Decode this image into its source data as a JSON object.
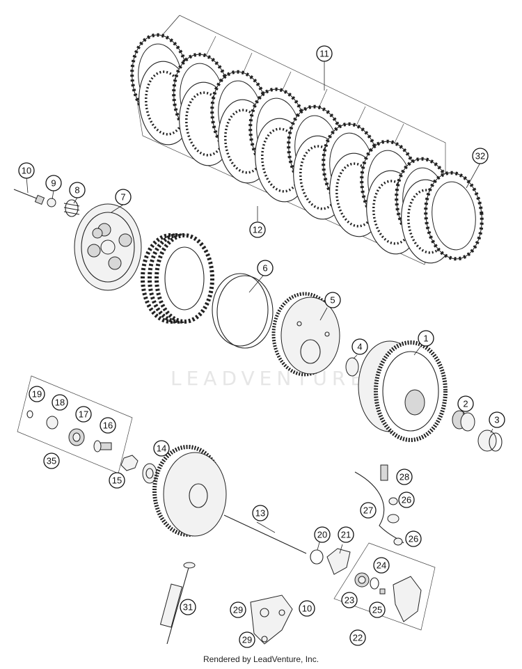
{
  "watermark": "LEADVENTURE",
  "footer": "Rendered by LeadVenture, Inc.",
  "callouts": [
    "1",
    "2",
    "3",
    "4",
    "5",
    "6",
    "7",
    "8",
    "9",
    "10",
    "11",
    "12",
    "13",
    "14",
    "15",
    "16",
    "17",
    "18",
    "19",
    "20",
    "21",
    "22",
    "23",
    "24",
    "25",
    "26",
    "26",
    "27",
    "28",
    "29",
    "29",
    "10",
    "31",
    "32",
    "35"
  ]
}
